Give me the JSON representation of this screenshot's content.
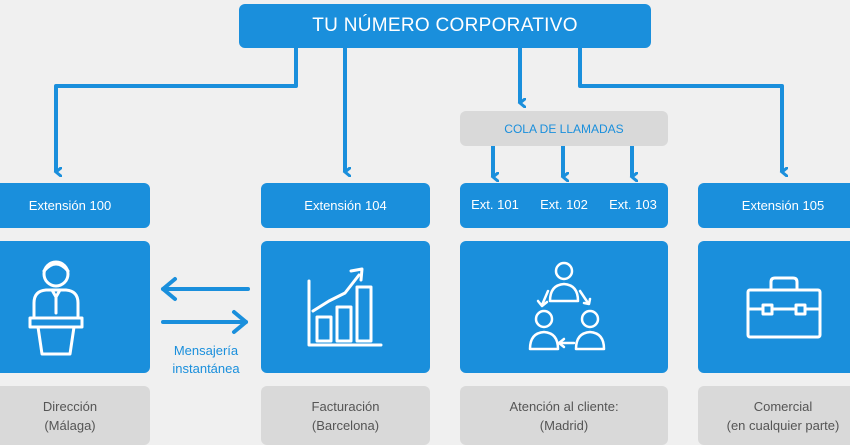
{
  "header": {
    "title": "TU NÚMERO CORPORATIVO"
  },
  "queue": {
    "label": "COLA DE LLAMADAS"
  },
  "extensions": {
    "e100": "Extensión 100",
    "e104": "Extensión 104",
    "e101": "Ext. 101",
    "e102": "Ext. 102",
    "e103": "Ext. 103",
    "e105": "Extensión 105"
  },
  "departments": {
    "direccion": "Dirección\n(Málaga)",
    "facturacion": "Facturación\n(Barcelona)",
    "atencion": "Atención al cliente:\n(Madrid)",
    "comercial": "Comercial\n(en cualquier parte)"
  },
  "messaging": {
    "label": "Mensajería\ninstantánea"
  },
  "colors": {
    "accent": "#1a8fdc",
    "grey_box": "#d9d9d9",
    "background": "#f0f0f0"
  },
  "icons": [
    "speaker-at-podium-icon",
    "growth-bar-chart-icon",
    "team-cycle-icon",
    "briefcase-icon",
    "bidirectional-arrows-icon"
  ]
}
